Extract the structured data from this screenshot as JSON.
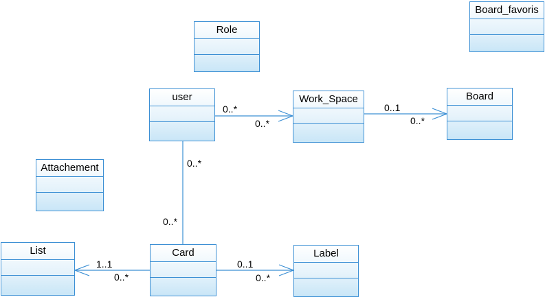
{
  "colors": {
    "line": "#3b8fd4",
    "fill_top": "#ffffff",
    "fill_bottom": "#c9e6f7",
    "text": "#000000"
  },
  "classes": {
    "role": "Role",
    "board_favoris": "Board_favoris",
    "user": "user",
    "work_space": "Work_Space",
    "board": "Board",
    "attachement": "Attachement",
    "list": "List",
    "card": "Card",
    "label": "Label"
  },
  "associations": {
    "user_workspace": {
      "source_mult": "0..*",
      "target_mult": "0..*"
    },
    "workspace_board": {
      "source_mult": "0..1",
      "target_mult": "0..*"
    },
    "user_card": {
      "source_mult": "0..*",
      "target_mult": "0..*"
    },
    "card_list": {
      "source_mult": "1..1",
      "target_mult": "0..*"
    },
    "card_label": {
      "source_mult": "0..1",
      "target_mult": "0..*"
    }
  }
}
